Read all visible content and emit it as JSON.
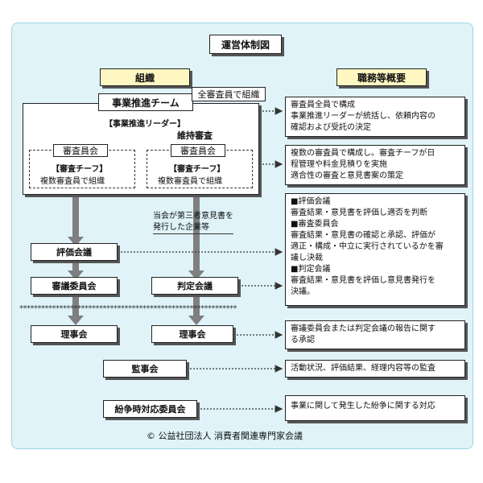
{
  "title": "運営体制図",
  "headers": {
    "left": "組織",
    "right": "職務等概要"
  },
  "team": {
    "label": "事業推進チーム",
    "note": "全審査員で組織",
    "leader": "【事業推進リーダー】",
    "maintenance": "維持審査"
  },
  "committee_left": {
    "label": "審査員会",
    "chief": "【審査チーフ】",
    "members": "複数審査員で組織"
  },
  "committee_right": {
    "label": "審査員会",
    "chief": "【審査チーフ】",
    "members": "複数審査員で組織"
  },
  "third_party_note": "当会が第三者意見書を\n発行した企業等",
  "nodes": {
    "evaluation_meeting": "評価会議",
    "review_committee": "審議委員会",
    "judgment_meeting": "判定会議",
    "board_left": "理事会",
    "board_right": "理事会",
    "audit": "監事会",
    "dispute": "紛争時対応委員会"
  },
  "separator": "************************************************************",
  "descriptions": {
    "d1": "審査員全員で構成\n事業推進リーダーが統括し、依頼内容の\n確認および受託の決定",
    "d2": "複数の審査員で構成し。審査チーフが日\n程管理や料金見積りを実施\n適合性の審査と意見書案の策定",
    "d3": "■評価会議\n審査結果・意見書を評価し適否を判断\n■審査委員会\n審査結果・意見書の確認と承認、評価が\n適正・構成・中立に実行されているかを審\n議し決裁\n■判定会議\n審査結果・意見書を評価し意見書発行を\n決議。",
    "d4": "審議委員会または判定会議の報告に関す\nる承認",
    "d5": "活動状況、評価結果、経理内容等の監査",
    "d6": "事業に関して発生した紛争に関する対応"
  },
  "footer": "© 公益社団法人 消費者関連専門家会議"
}
